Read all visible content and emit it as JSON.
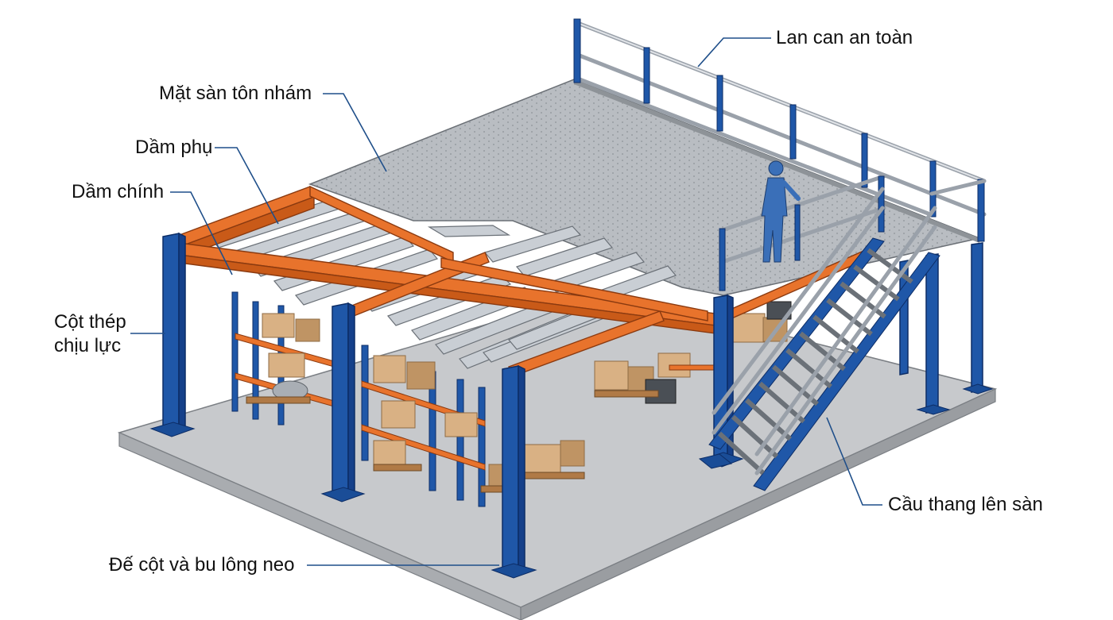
{
  "labels": {
    "guardrail": "Lan can an toàn",
    "floor_deck": "Mặt sàn tôn nhám",
    "secondary_beam": "Dầm phụ",
    "main_beam": "Dầm chính",
    "column_line1": "Cột thép",
    "column_line2": "chịu lực",
    "stairs": "Cầu thang lên sàn",
    "base_plate": "Đế cột và bu lông neo"
  },
  "colors": {
    "column": "#1f57a8",
    "main_beam": "#e8732c",
    "secondary_beam": "#c9ced4",
    "deck": "#b8bcc1",
    "slab": "#c4c6c9",
    "leader": "#1f4f8a",
    "box": "#d9b184"
  }
}
